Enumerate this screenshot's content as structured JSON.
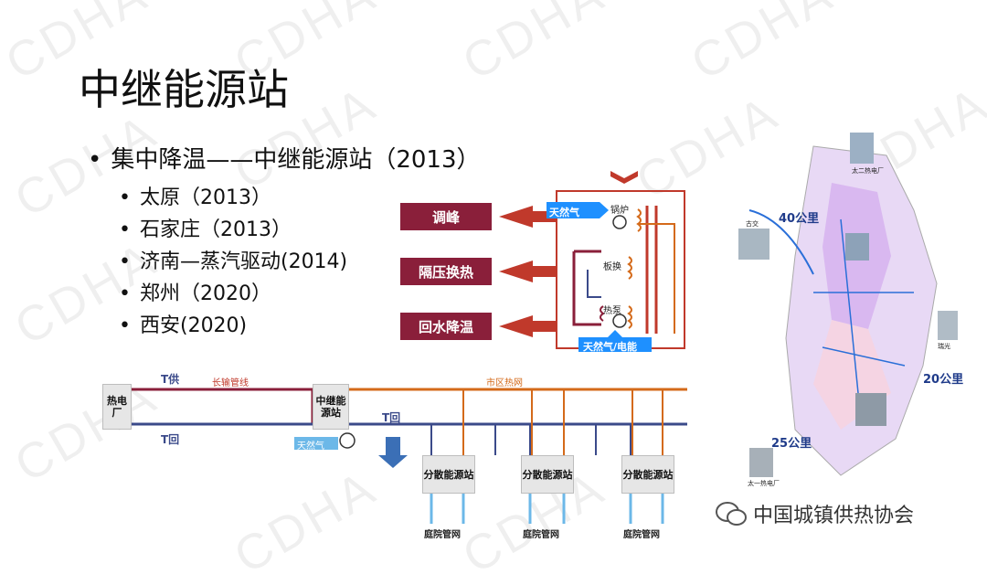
{
  "watermark": "CDHA",
  "slide": {
    "title": "中继能源站",
    "bullet": "集中降温——中继能源站（2013）",
    "sub_items": [
      "太原（2013）",
      "石家庄（2013）",
      "济南—蒸汽驱动(2014)",
      "郑州（2020）",
      "西安(2020)"
    ]
  },
  "station_diagram": {
    "tags": [
      "调峰",
      "隔压换热",
      "回水降温"
    ],
    "gas_label": "天然气",
    "boiler_label": "锅炉",
    "plate_label": "板换",
    "heatpump_label": "热泵",
    "bottom_label": "天然气/电能"
  },
  "network_diagram": {
    "plant_label": "热电厂",
    "t_supply": "T供",
    "t_return": "T回",
    "long_pipe_label": "长输管线",
    "relay_station_label": "中继能源站",
    "t_return_2": "T回",
    "gas_label": "天然气",
    "city_network_label": "市区热网",
    "dispersed_station_label": "分散能源站",
    "courtyard_network_label": "庭院管网"
  },
  "map": {
    "labels": [
      "40公里",
      "20公里",
      "25公里"
    ],
    "small_labels": [
      "太二热电厂",
      "古交",
      "瑞光",
      "太一热电厂"
    ]
  },
  "footer": {
    "wechat_text": "中国城镇供热协会"
  },
  "colors": {
    "accent": "#8a1f3a",
    "red": "#c0392b",
    "blue": "#3b4a8a",
    "orange": "#d46a1a"
  }
}
